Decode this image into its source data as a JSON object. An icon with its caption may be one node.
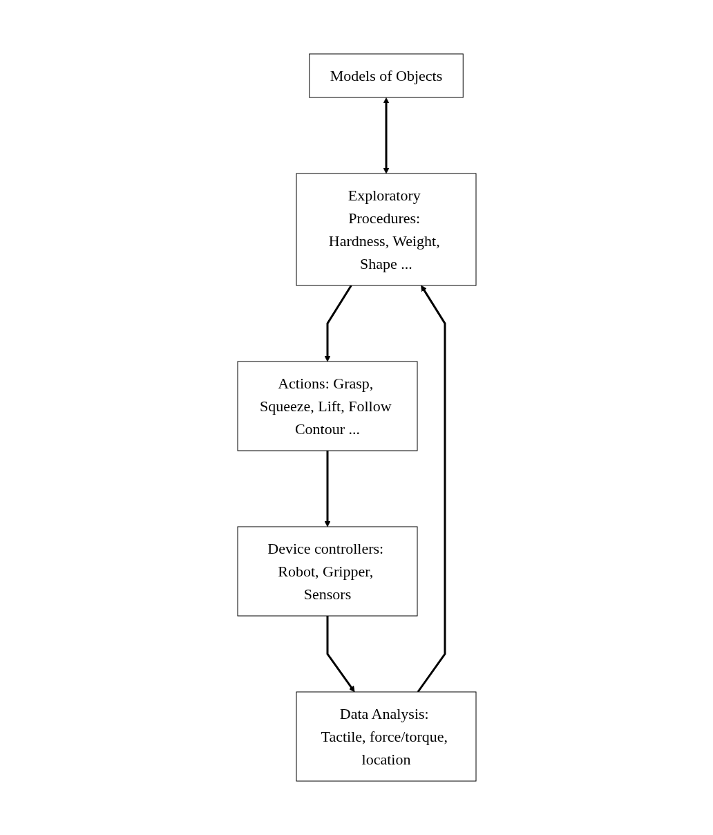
{
  "diagram": {
    "nodes": [
      {
        "text": [
          "Models of Objects"
        ]
      },
      {
        "text": [
          "Exploratory Procedures: Hardness, Weight, Shape ..."
        ]
      },
      {
        "text": [
          "Actions: Grasp, Squeeze, Lift, Follow Contour ..."
        ]
      },
      {
        "text": [
          "Device controllers: Robot, Gripper, Sensors"
        ]
      },
      {
        "text": [
          "Data Analysis: Tactile, force/torque, location"
        ]
      }
    ],
    "edges": [
      {
        "from": 0,
        "to": 1,
        "arrow": "both"
      },
      {
        "from": 1,
        "to": 2,
        "arrow": "to"
      },
      {
        "from": 2,
        "to": 3,
        "arrow": "to"
      },
      {
        "from": 3,
        "to": 4,
        "arrow": "to"
      },
      {
        "from": 4,
        "to": 1,
        "arrow": "to"
      }
    ]
  }
}
